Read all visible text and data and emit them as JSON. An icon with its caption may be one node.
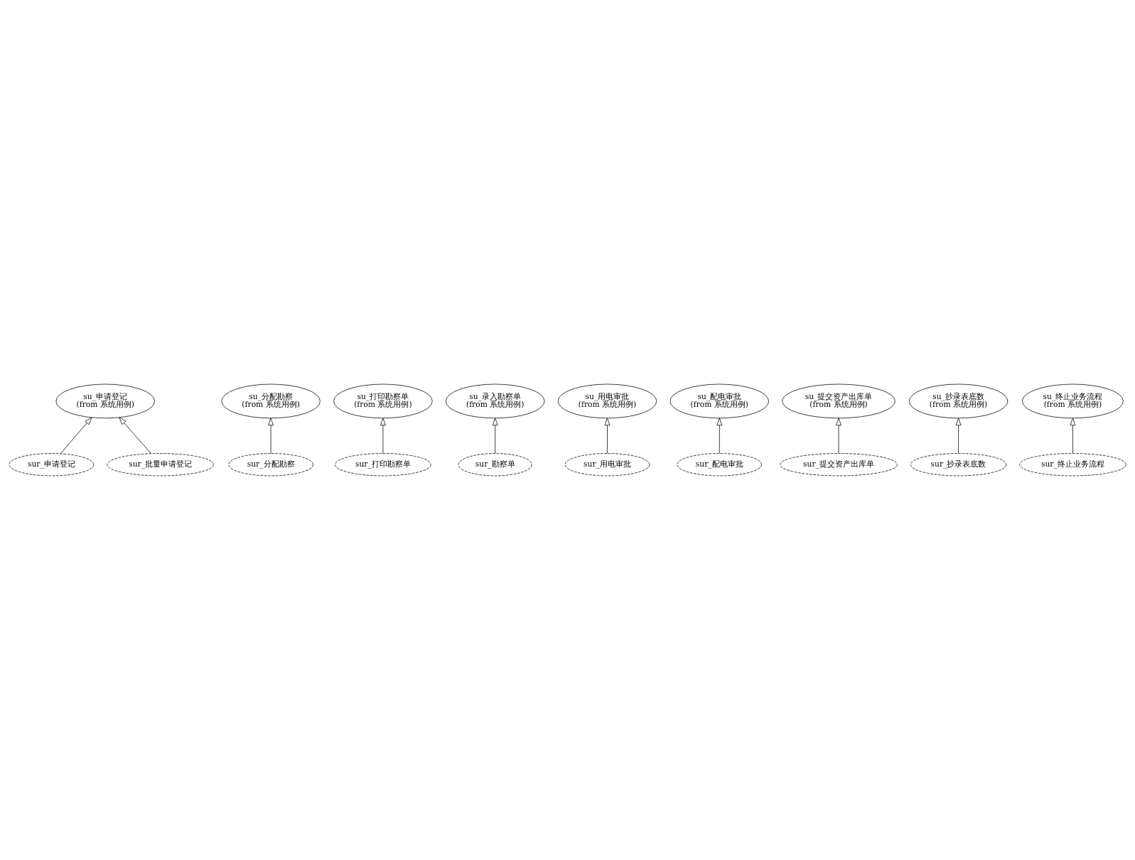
{
  "diagram": {
    "nodes": [
      {
        "text": [
          "su_申请登记",
          "(from 系统用例)"
        ]
      },
      {
        "text": [
          "su_分配勘察",
          "(from 系统用例)"
        ]
      },
      {
        "text": [
          "su_打印勘察单",
          "(from 系统用例)"
        ]
      },
      {
        "text": [
          "su_录入勘察单",
          "(from 系统用例)"
        ]
      },
      {
        "text": [
          "sur_申请登记"
        ]
      },
      {
        "text": [
          "sur_批量申请登记"
        ]
      },
      {
        "text": [
          "sur_分配勘察"
        ]
      },
      {
        "text": [
          "sur_打印勘察单"
        ]
      },
      {
        "text": [
          "sur_勘察单"
        ]
      },
      {
        "text": [
          "su_用电审批",
          "(from 系统用例)"
        ]
      },
      {
        "text": [
          "su_配电审批",
          "(from 系统用例)"
        ]
      },
      {
        "text": [
          "su_提交资产出库单",
          "(from 系统用例)"
        ]
      },
      {
        "text": [
          "su_抄录表底数",
          "(from 系统用例)"
        ]
      },
      {
        "text": [
          "su_终止业务流程",
          "(from 系统用例)"
        ]
      },
      {
        "text": [
          "sur_用电审批"
        ]
      },
      {
        "text": [
          "sur_配电审批"
        ]
      },
      {
        "text": [
          "sur_提交资产出库单"
        ]
      },
      {
        "text": [
          "sur_抄录表底数"
        ]
      },
      {
        "text": [
          "sur_终止业务流程"
        ]
      }
    ],
    "edges": [
      {
        "from": 4,
        "to": 0,
        "arrow": "to"
      },
      {
        "from": 5,
        "to": 0,
        "arrow": "to"
      },
      {
        "from": 6,
        "to": 1,
        "arrow": "to"
      },
      {
        "from": 7,
        "to": 2,
        "arrow": "to"
      },
      {
        "from": 8,
        "to": 3,
        "arrow": "to"
      },
      {
        "from": 14,
        "to": 9,
        "arrow": "to"
      },
      {
        "from": 15,
        "to": 10,
        "arrow": "to"
      },
      {
        "from": 16,
        "to": 11,
        "arrow": "to"
      },
      {
        "from": 17,
        "to": 12,
        "arrow": "to"
      },
      {
        "from": 18,
        "to": 13,
        "arrow": "to"
      }
    ]
  }
}
